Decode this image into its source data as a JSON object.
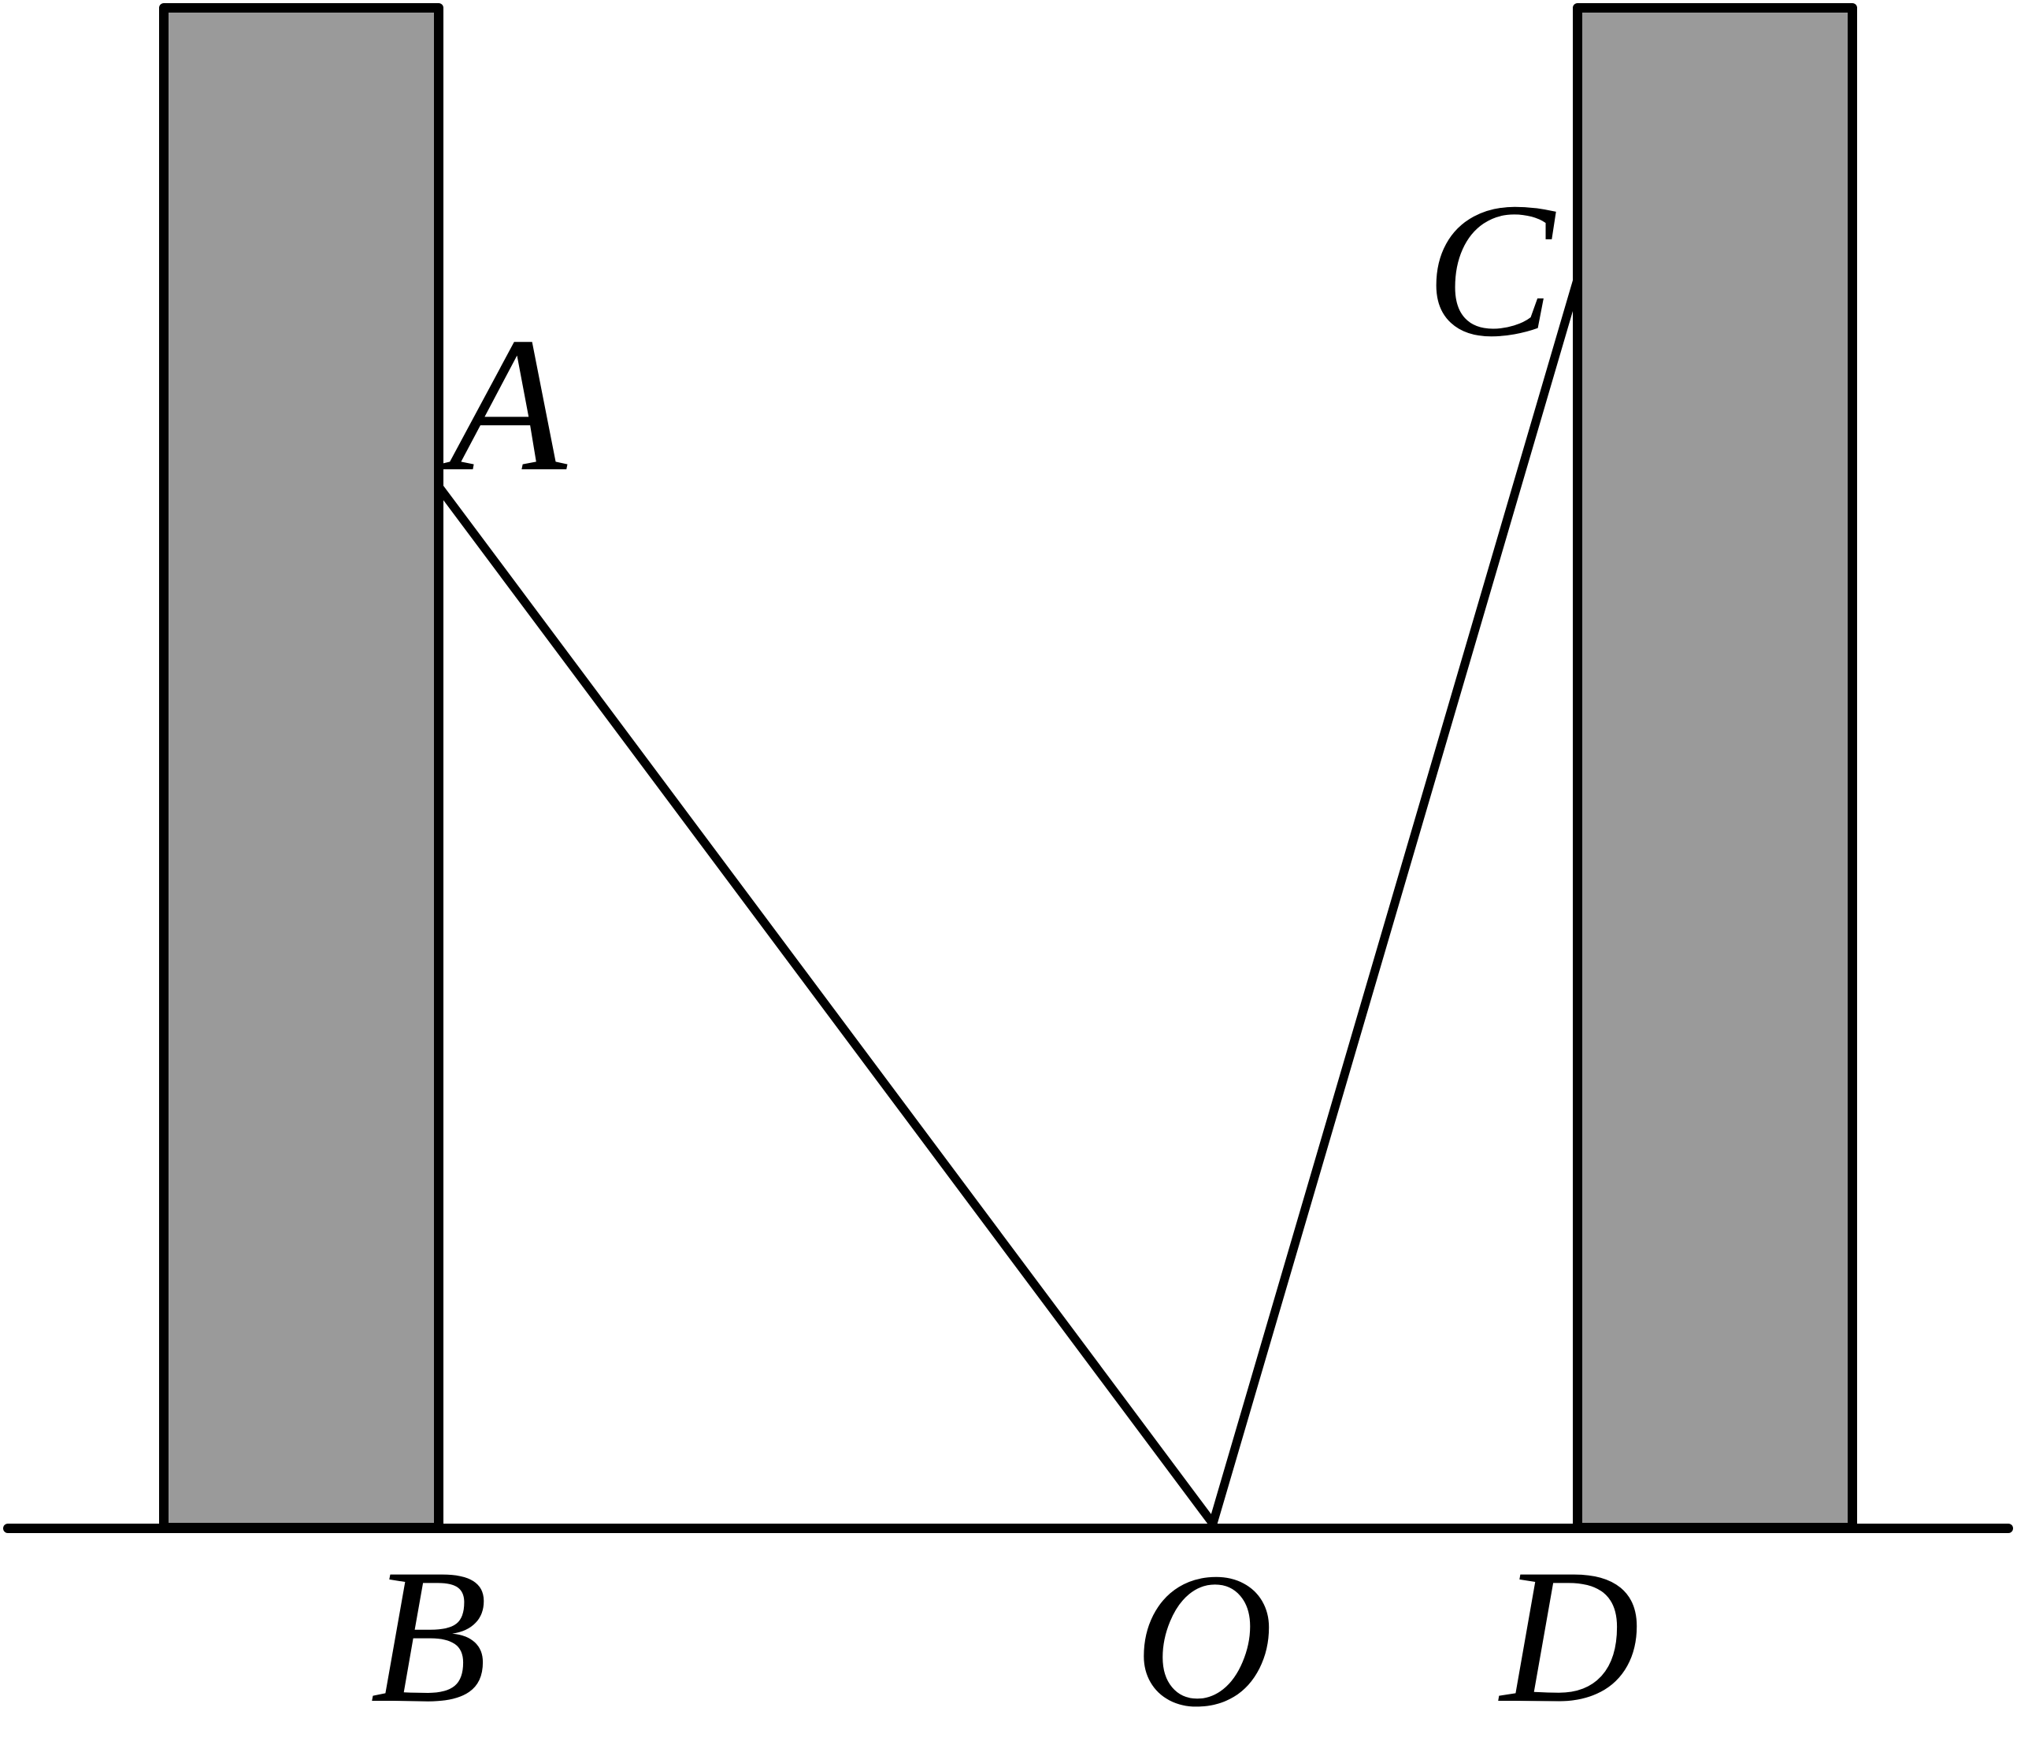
{
  "labels": {
    "A": "A",
    "B": "B",
    "C": "C",
    "D": "D",
    "O": "O"
  },
  "colors": {
    "building_fill": "#9a9a9a",
    "line": "#000000",
    "background": "#ffffff"
  }
}
